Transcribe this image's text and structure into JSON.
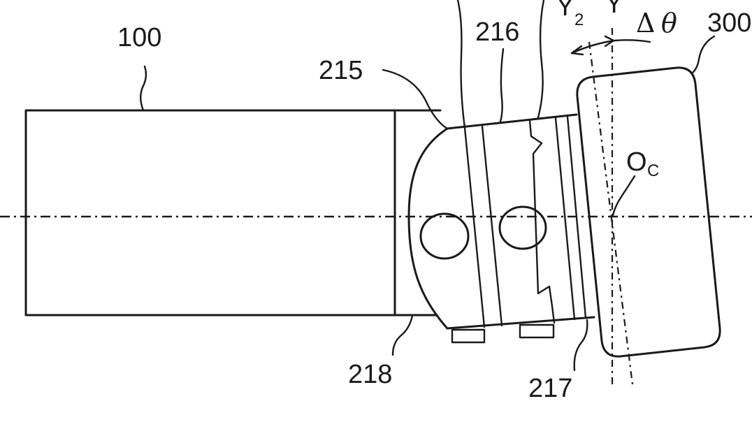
{
  "labels": {
    "housing": "100",
    "joint_front": "215",
    "joint_middle": "216",
    "joint_rear": "217",
    "bottom_edge": "218",
    "head": "300",
    "axis_y2": "Y",
    "axis_y2_sub": "2",
    "axis_y": "Y",
    "delta_symbol": "Δ",
    "theta_symbol": "θ",
    "center_o": "O",
    "center_o_sub": "C"
  }
}
